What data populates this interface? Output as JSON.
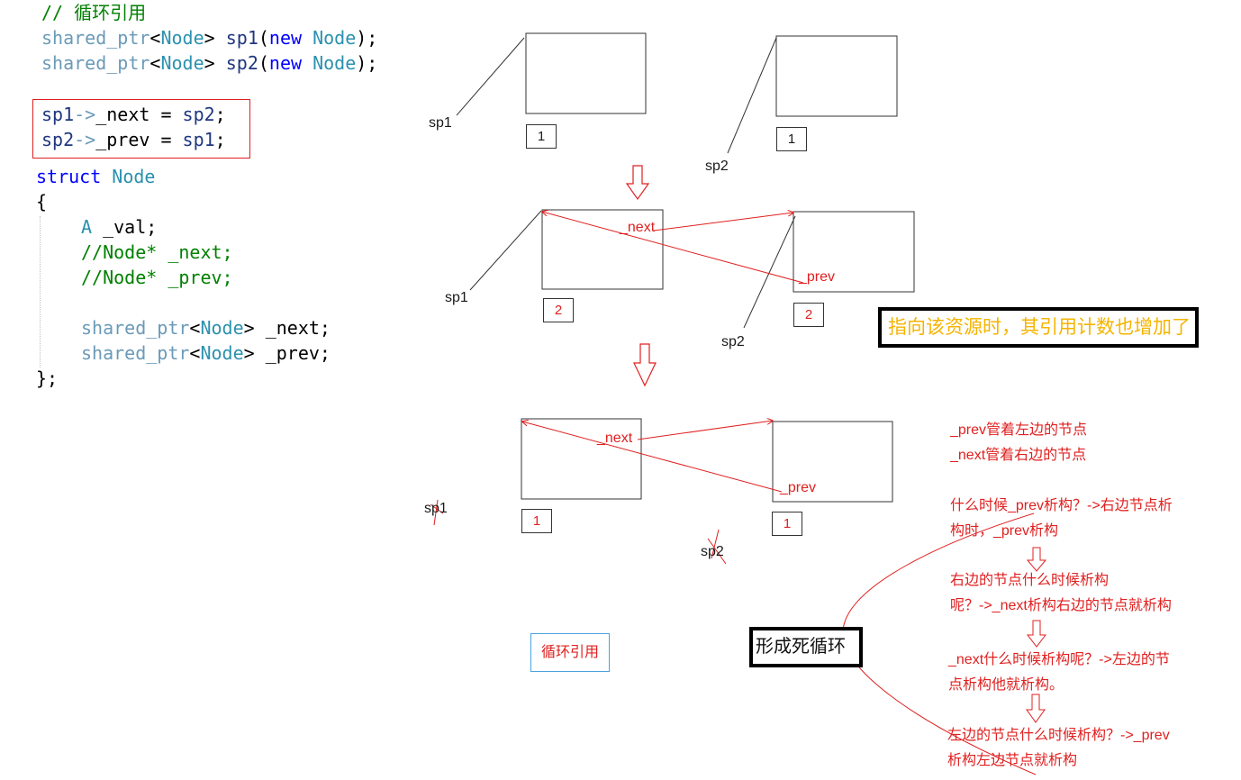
{
  "code": {
    "comment": "// 循环引用",
    "line1": {
      "type": "shared_ptr",
      "lt": "<",
      "node": "Node",
      "gt": ">",
      "var": "sp1",
      "open": "(",
      "kw": "new",
      "node2": "Node",
      "close": ");"
    },
    "line2": {
      "type": "shared_ptr",
      "lt": "<",
      "node": "Node",
      "gt": ">",
      "var": "sp2",
      "open": "(",
      "kw": "new",
      "node2": "Node",
      "close": ");"
    },
    "assign1": {
      "lhs": "sp1",
      "arrow": "->",
      "member": "_next = ",
      "rhs": "sp2",
      "end": ";"
    },
    "assign2": {
      "lhs": "sp2",
      "arrow": "->",
      "member": "_prev = ",
      "rhs": "sp1",
      "end": ";"
    },
    "struct_kw": "struct",
    "struct_name": "Node",
    "brace_open": "{",
    "field_val_type": "A",
    "field_val": " _val;",
    "comment_next": "//Node* _next;",
    "comment_prev": "//Node* _prev;",
    "field_next": {
      "type": "shared_ptr",
      "lt": "<",
      "node": "Node",
      "gt": ">",
      "name": " _next;"
    },
    "field_prev": {
      "type": "shared_ptr",
      "lt": "<",
      "node": "Node",
      "gt": ">",
      "name": " _prev;"
    },
    "brace_close": "};"
  },
  "diagram": {
    "stage1": {
      "sp1": "sp1",
      "sp2": "sp2",
      "count1": "1",
      "count2": "1"
    },
    "stage2": {
      "sp1": "sp1",
      "sp2": "sp2",
      "count1": "2",
      "count2": "2",
      "next": "_next",
      "prev": "_prev"
    },
    "stage3": {
      "sp1": "sp1",
      "sp2": "sp2",
      "count1": "1",
      "count2": "1",
      "next": "_next",
      "prev": "_prev"
    }
  },
  "callouts": {
    "refcount": "指向该资源时，其引用计数也增加了",
    "deadloop": "形成死循环",
    "circular_ref": "循环引用"
  },
  "notes": [
    "_prev管着左边的节点",
    "_next管着右边的节点",
    "什么时候_prev析构？->右边节点析",
    "构时，_prev析构",
    "右边的节点什么时候析构",
    "呢？->_next析构右边的节点就析构",
    "_next什么时候析构呢？->左边的节",
    "点析构他就析构。",
    "左边的节点什么时候析构？->_prev",
    "析构左边节点就析构"
  ],
  "colors": {
    "accent_red": "#e02020",
    "callout_yellow": "#f5b400",
    "callout_blue_border": "#4aa3df"
  }
}
